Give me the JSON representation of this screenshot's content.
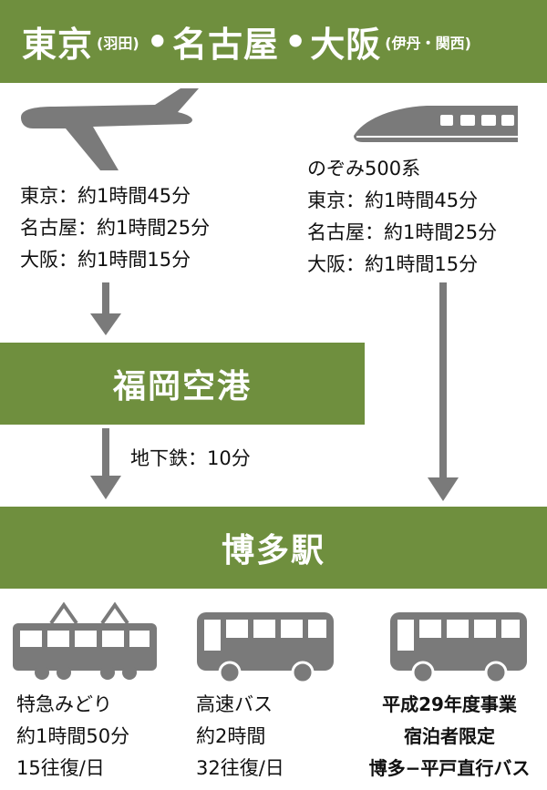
{
  "header": {
    "tokyo": "東京",
    "tokyo_note": "(羽田)",
    "separator": "•",
    "nagoya": "名古屋",
    "osaka": "大阪",
    "osaka_note": "(伊丹・関西)"
  },
  "air": {
    "icon": "airplane-icon",
    "lines": [
      "東京：約1時間45分",
      "名古屋：約1時間25分",
      "大阪：約1時間15分"
    ]
  },
  "rail": {
    "icon": "shinkansen-icon",
    "lines": [
      "のぞみ500系",
      "東京：約1時間45分",
      "名古屋：約1時間25分",
      "大阪：約1時間15分"
    ]
  },
  "fukuoka_airport": {
    "label": "福岡空港"
  },
  "subway": {
    "label": "地下鉄：10分"
  },
  "hakata_station": {
    "label": "博多駅"
  },
  "express": {
    "icon": "train-icon",
    "lines": [
      "特急みどり",
      "約1時間50分",
      "15往復/日"
    ]
  },
  "highway_bus": {
    "icon": "bus-icon",
    "lines": [
      "高速バス",
      "約2時間",
      "32往復/日"
    ]
  },
  "direct_bus": {
    "icon": "bus-icon",
    "lines": [
      "平成29年度事業",
      "宿泊者限定",
      "博多−平戸直行バス"
    ]
  },
  "colors": {
    "band": "#6f8f3e",
    "icon": "#7a7a7a"
  }
}
